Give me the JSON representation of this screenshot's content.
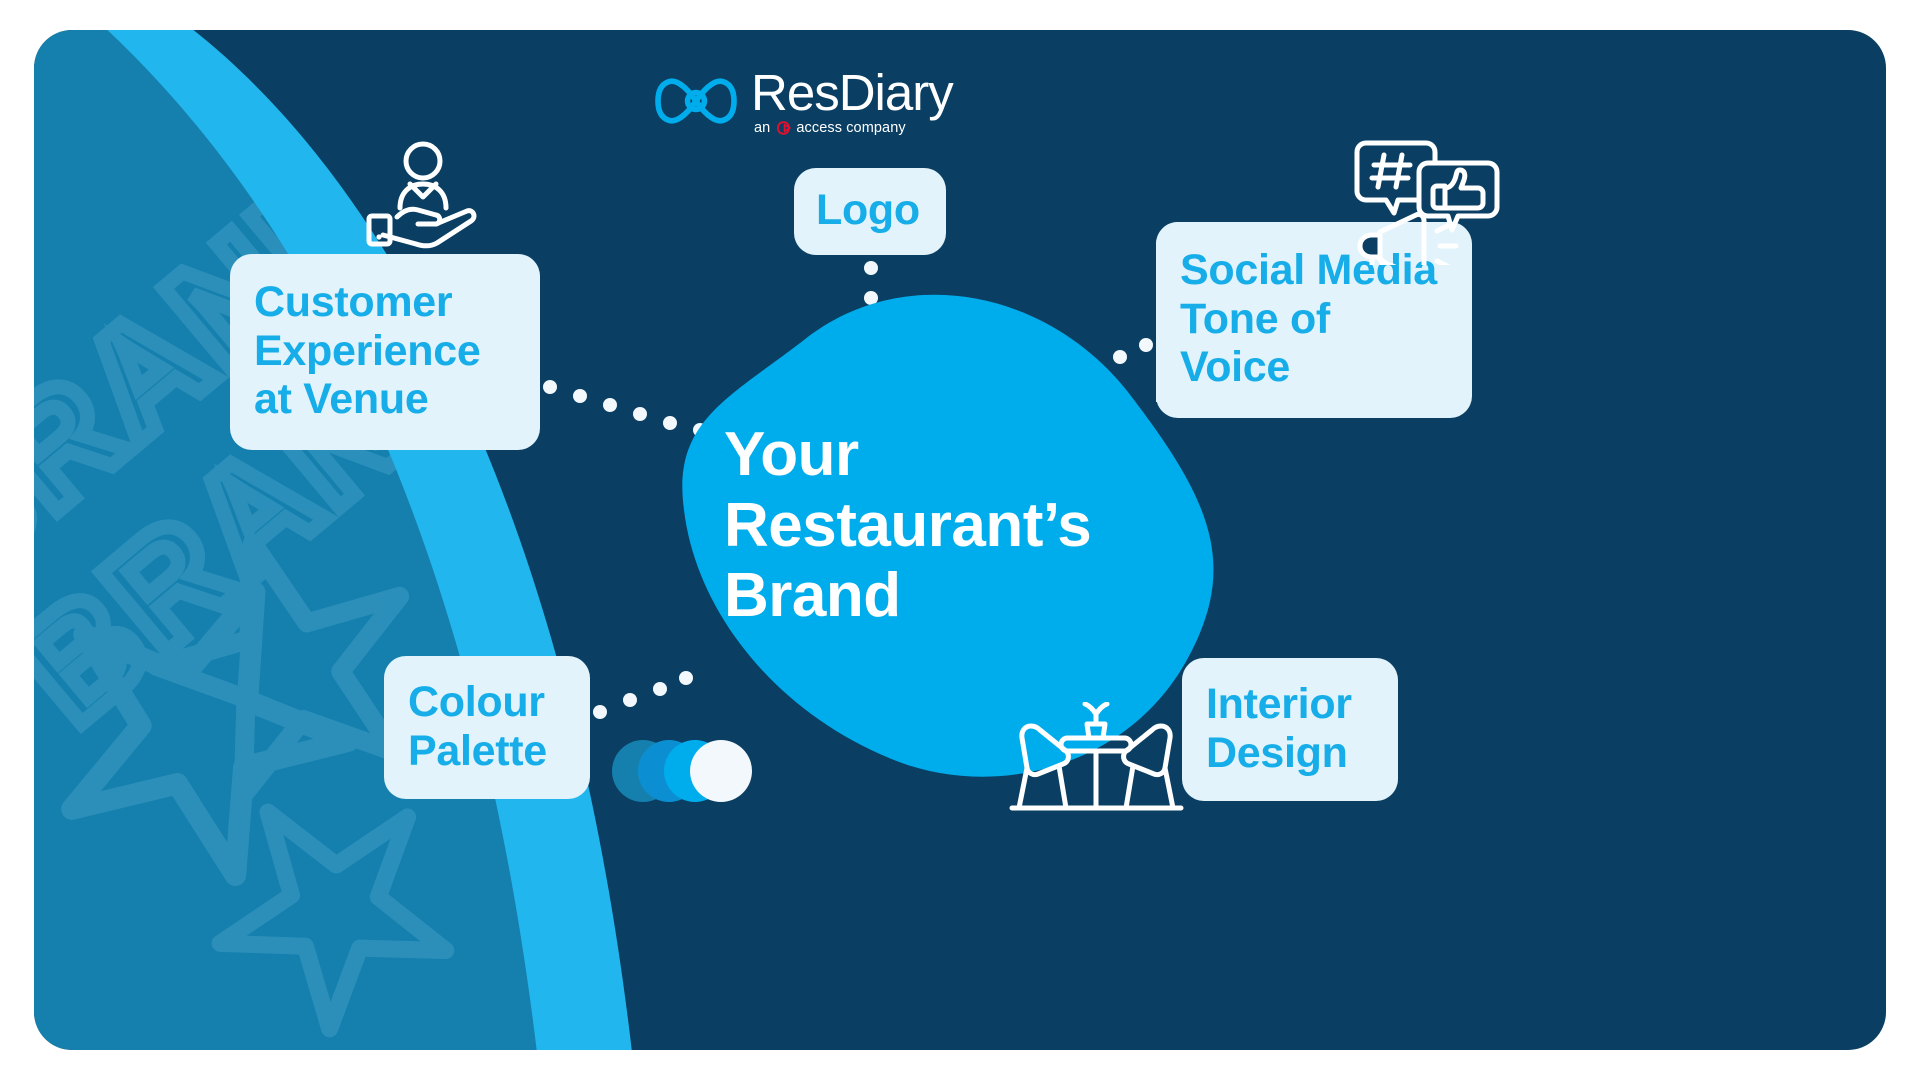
{
  "brand": {
    "logo_icon": "resdiary-infinity-logo",
    "name": "ResDiary",
    "tagline_prefix": "an",
    "tagline_mark": "access-logo-icon",
    "tagline_suffix": "access company"
  },
  "center": {
    "label": "Your Restaurant’s Brand",
    "shape": "organic-blob",
    "fill": "#00ADEC",
    "text_color": "#FFFFFF"
  },
  "cards": [
    {
      "id": "customer-experience",
      "label": "Customer Experience at Venue",
      "icon": "person-in-hand-icon",
      "bg": "#E2F3FB",
      "text_color": "#16ADE8"
    },
    {
      "id": "logo",
      "label": "Logo",
      "bg": "#E2F3FB",
      "text_color": "#16ADE8"
    },
    {
      "id": "social-media-tone-of-voice",
      "label": "Social Media Tone of Voice",
      "icon": "hashtag-thumbsup-megaphone-icon",
      "bg": "#E2F3FB",
      "text_color": "#16ADE8"
    },
    {
      "id": "colour-palette",
      "label": "Colour Palette",
      "bg": "#E2F3FB",
      "text_color": "#16ADE8"
    },
    {
      "id": "interior-design",
      "label": "Interior Design",
      "icon": "table-and-chairs-icon",
      "bg": "#E2F3FB",
      "text_color": "#16ADE8"
    }
  ],
  "palette_swatches": [
    {
      "name": "deep-teal-blue",
      "hex": "#1580AE"
    },
    {
      "name": "medium-blue",
      "hex": "#0B8FD2"
    },
    {
      "name": "bright-cyan",
      "hex": "#00ADEC"
    },
    {
      "name": "off-white",
      "hex": "#F2F8FC"
    }
  ],
  "background": {
    "panel_color": "#0A3F63",
    "accent_field_color": "#1580AE",
    "arc_color": "#22B6EE",
    "watermark_text": "BRAND",
    "watermark_motif": "star-outline"
  },
  "connectors": {
    "style": "dotted",
    "dot_color": "#F2F8FC"
  }
}
